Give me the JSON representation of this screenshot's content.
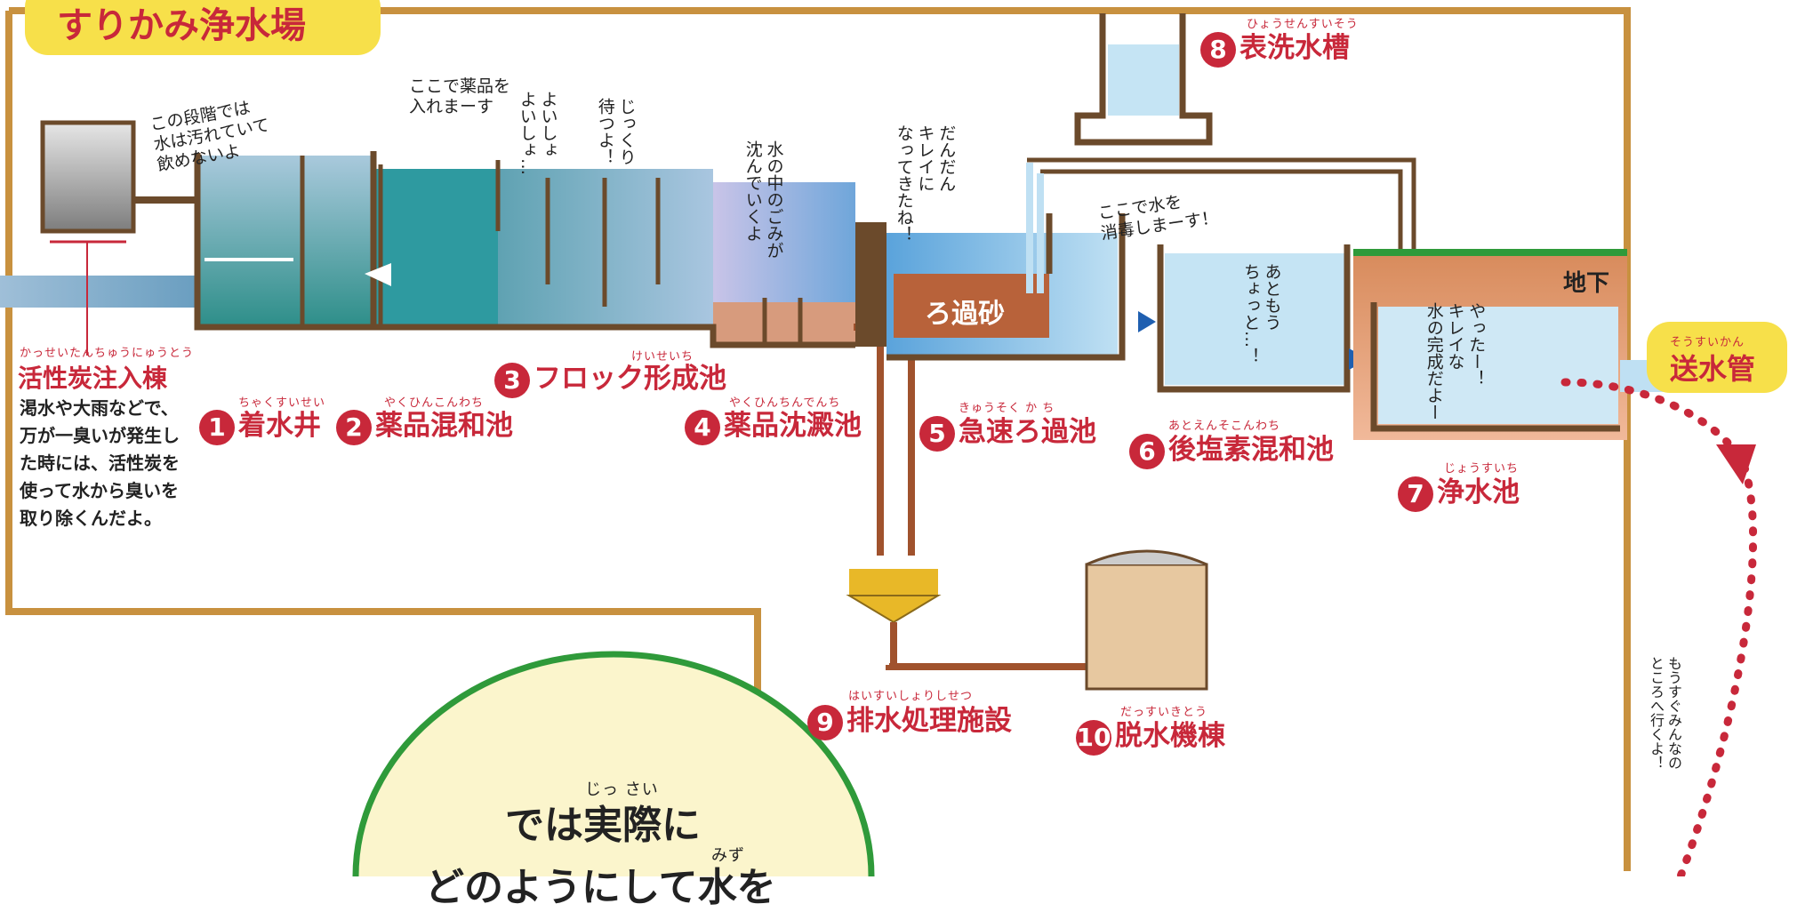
{
  "header": {
    "title": "すりかみ浄水場"
  },
  "colors": {
    "frame": "#c8913f",
    "red": "#c8283a",
    "yellow": "#f7e04a",
    "water": "#4fa3d8",
    "sediment": "#b8623a",
    "grass": "#2f9a3a"
  },
  "stages": {
    "carbon": {
      "ruby": "かっせいたんちゅうにゅうとう",
      "title": "活性炭注入棟",
      "description": [
        "渇水や大雨などで、",
        "万が一臭いが発生し",
        "た時には、活性炭を",
        "使って水から臭いを",
        "取り除くんだよ。"
      ]
    },
    "s1": {
      "num": "1",
      "ruby": "ちゃくすいせい",
      "title": "着水井"
    },
    "s2": {
      "num": "2",
      "ruby": "やくひんこんわち",
      "title": "薬品混和池"
    },
    "s3": {
      "num": "3",
      "ruby": "けいせいち",
      "title": "フロック形成池"
    },
    "s4": {
      "num": "4",
      "ruby": "やくひんちんでんち",
      "title": "薬品沈澱池"
    },
    "s5": {
      "num": "5",
      "ruby": "きゅうそく か ち",
      "title": "急速ろ過池"
    },
    "s6": {
      "num": "6",
      "ruby": "あとえんそこんわち",
      "title": "後塩素混和池"
    },
    "s7": {
      "num": "7",
      "ruby": "じょうすいち",
      "title": "浄水池"
    },
    "s8": {
      "num": "8",
      "ruby": "ひょうせんすいそう",
      "title": "表洗水槽"
    },
    "s9": {
      "num": "9",
      "ruby": "はいすいしょりしせつ",
      "title": "排水処理施設"
    },
    "s10": {
      "num": "10",
      "ruby": "だっすいきとう",
      "title": "脱水機棟"
    }
  },
  "labels": {
    "sand": "ろ過砂",
    "underground": "地下",
    "pipe_ruby": "そうすいかん",
    "pipe": "送水管"
  },
  "speech": {
    "dirty": "この段階では\n水は汚れていて\n飲めないよ",
    "chemical": "ここで薬品を\n入れまーす",
    "yoisho": "よいしょ\nよいしょ…",
    "wait": "じっくり\n待つよ！",
    "sink": "水の中のごみが\n沈んでいくよ",
    "clean": "だんだん\nキレイに\nなってきたね！",
    "disinfect": "ここで水を\n消毒しまーす！",
    "almost": "あともう\nちょっと…！",
    "done": "やったー！\nキレイな\n水の完成だよー",
    "soon": "もうすぐみんなの\nところへ行くよ！"
  },
  "bottom": {
    "ruby": "じっ さい",
    "line1": "では実際に",
    "ruby2": "みず",
    "line2": "どのようにして水を"
  }
}
